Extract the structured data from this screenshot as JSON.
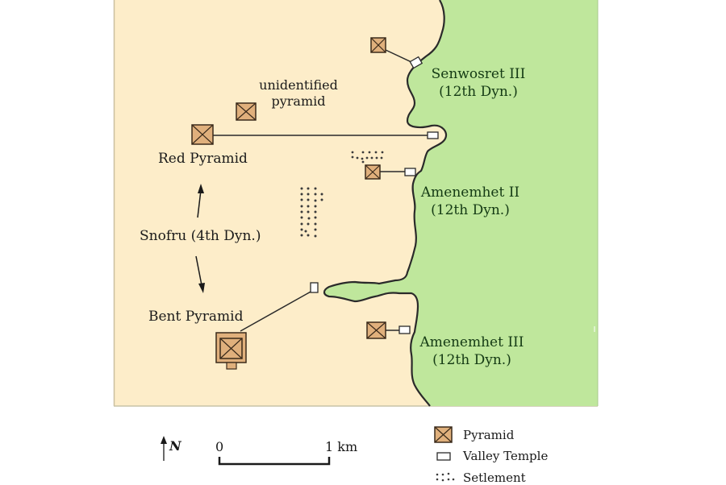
{
  "map": {
    "colors": {
      "desert": "#fdedc9",
      "cultivation": "#bfe79c",
      "coastline": "#2a2a2a",
      "pyramid_fill": "#e0b07c",
      "pyramid_stroke": "#3a2a1a",
      "temple_fill": "#ffffff",
      "settlement_dot": "#3b3b3b",
      "label_dark": "#1a1a1a",
      "label_green_area": "#143a14"
    },
    "labels": {
      "unidentified": {
        "line1": "unidentified",
        "line2": "pyramid"
      },
      "red_pyramid": "Red Pyramid",
      "snofru": "Snofru (4th Dyn.)",
      "bent_pyramid": "Bent Pyramid",
      "senwosret": {
        "line1": "Senwosret III",
        "line2": "(12th Dyn.)"
      },
      "amenemhet2": {
        "line1": "Amenemhet II",
        "line2": "(12th Dyn.)"
      },
      "amenemhet3": {
        "line1": "Amenemhet III",
        "line2": "(12th Dyn.)"
      }
    },
    "sites": [
      {
        "name": "Senwosret III pyramid",
        "type": "pyramid"
      },
      {
        "name": "Senwosret III valley temple",
        "type": "valley-temple"
      },
      {
        "name": "unidentified pyramid",
        "type": "pyramid"
      },
      {
        "name": "Red Pyramid",
        "type": "pyramid"
      },
      {
        "name": "Red Pyramid valley temple",
        "type": "valley-temple"
      },
      {
        "name": "Amenemhet II pyramid",
        "type": "pyramid"
      },
      {
        "name": "Amenemhet II valley temple",
        "type": "valley-temple"
      },
      {
        "name": "Bent Pyramid",
        "type": "pyramid"
      },
      {
        "name": "Bent Pyramid valley temple",
        "type": "valley-temple"
      },
      {
        "name": "Amenemhet III pyramid",
        "type": "pyramid"
      },
      {
        "name": "Amenemhet III valley temple",
        "type": "valley-temple"
      },
      {
        "name": "settlement (north)",
        "type": "settlement"
      },
      {
        "name": "settlement (central)",
        "type": "settlement"
      }
    ]
  },
  "north_arrow": {
    "label": "N"
  },
  "scale_bar": {
    "start": "0",
    "end": "1 km"
  },
  "legend": {
    "items": [
      {
        "symbol": "pyramid",
        "label": "Pyramid"
      },
      {
        "symbol": "valley-temple",
        "label": "Valley Temple"
      },
      {
        "symbol": "settlement",
        "label": "Setlement"
      }
    ]
  }
}
